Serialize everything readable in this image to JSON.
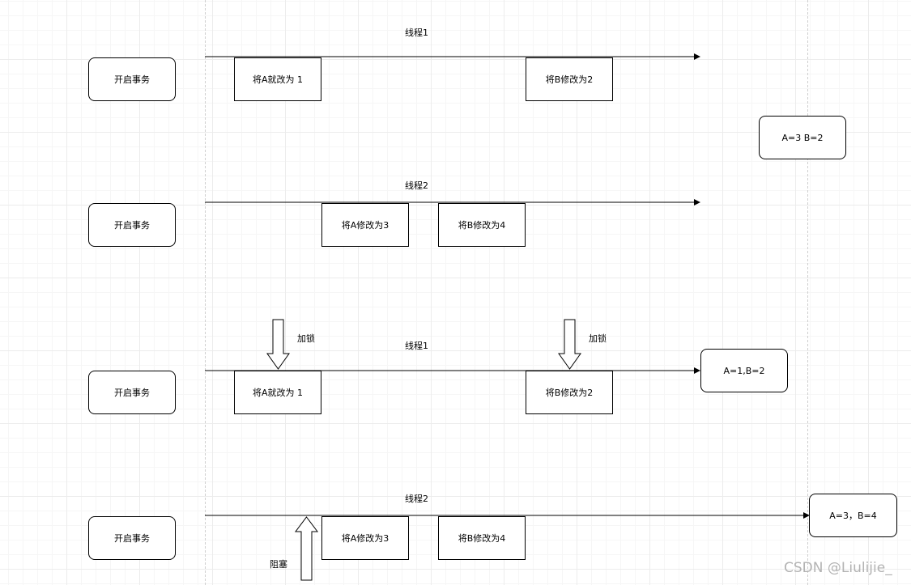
{
  "labels": {
    "start_tx": "开启事务",
    "thread1": "线程1",
    "thread2": "线程2",
    "set_a_1": "将A就改为 1",
    "set_b_2": "将B修改为2",
    "set_a_3": "将A修改为3",
    "set_b_4": "将B修改为4",
    "lock": "加锁",
    "block": "阻塞"
  },
  "results": {
    "first": "A=3 B=2",
    "second": "A=1,B=2",
    "third": "A=3，B=4"
  },
  "watermark": "CSDN @Liulijie_",
  "colors": {
    "line": "#000000",
    "grid": "#ececec",
    "watermark": "#b3b3b3"
  }
}
